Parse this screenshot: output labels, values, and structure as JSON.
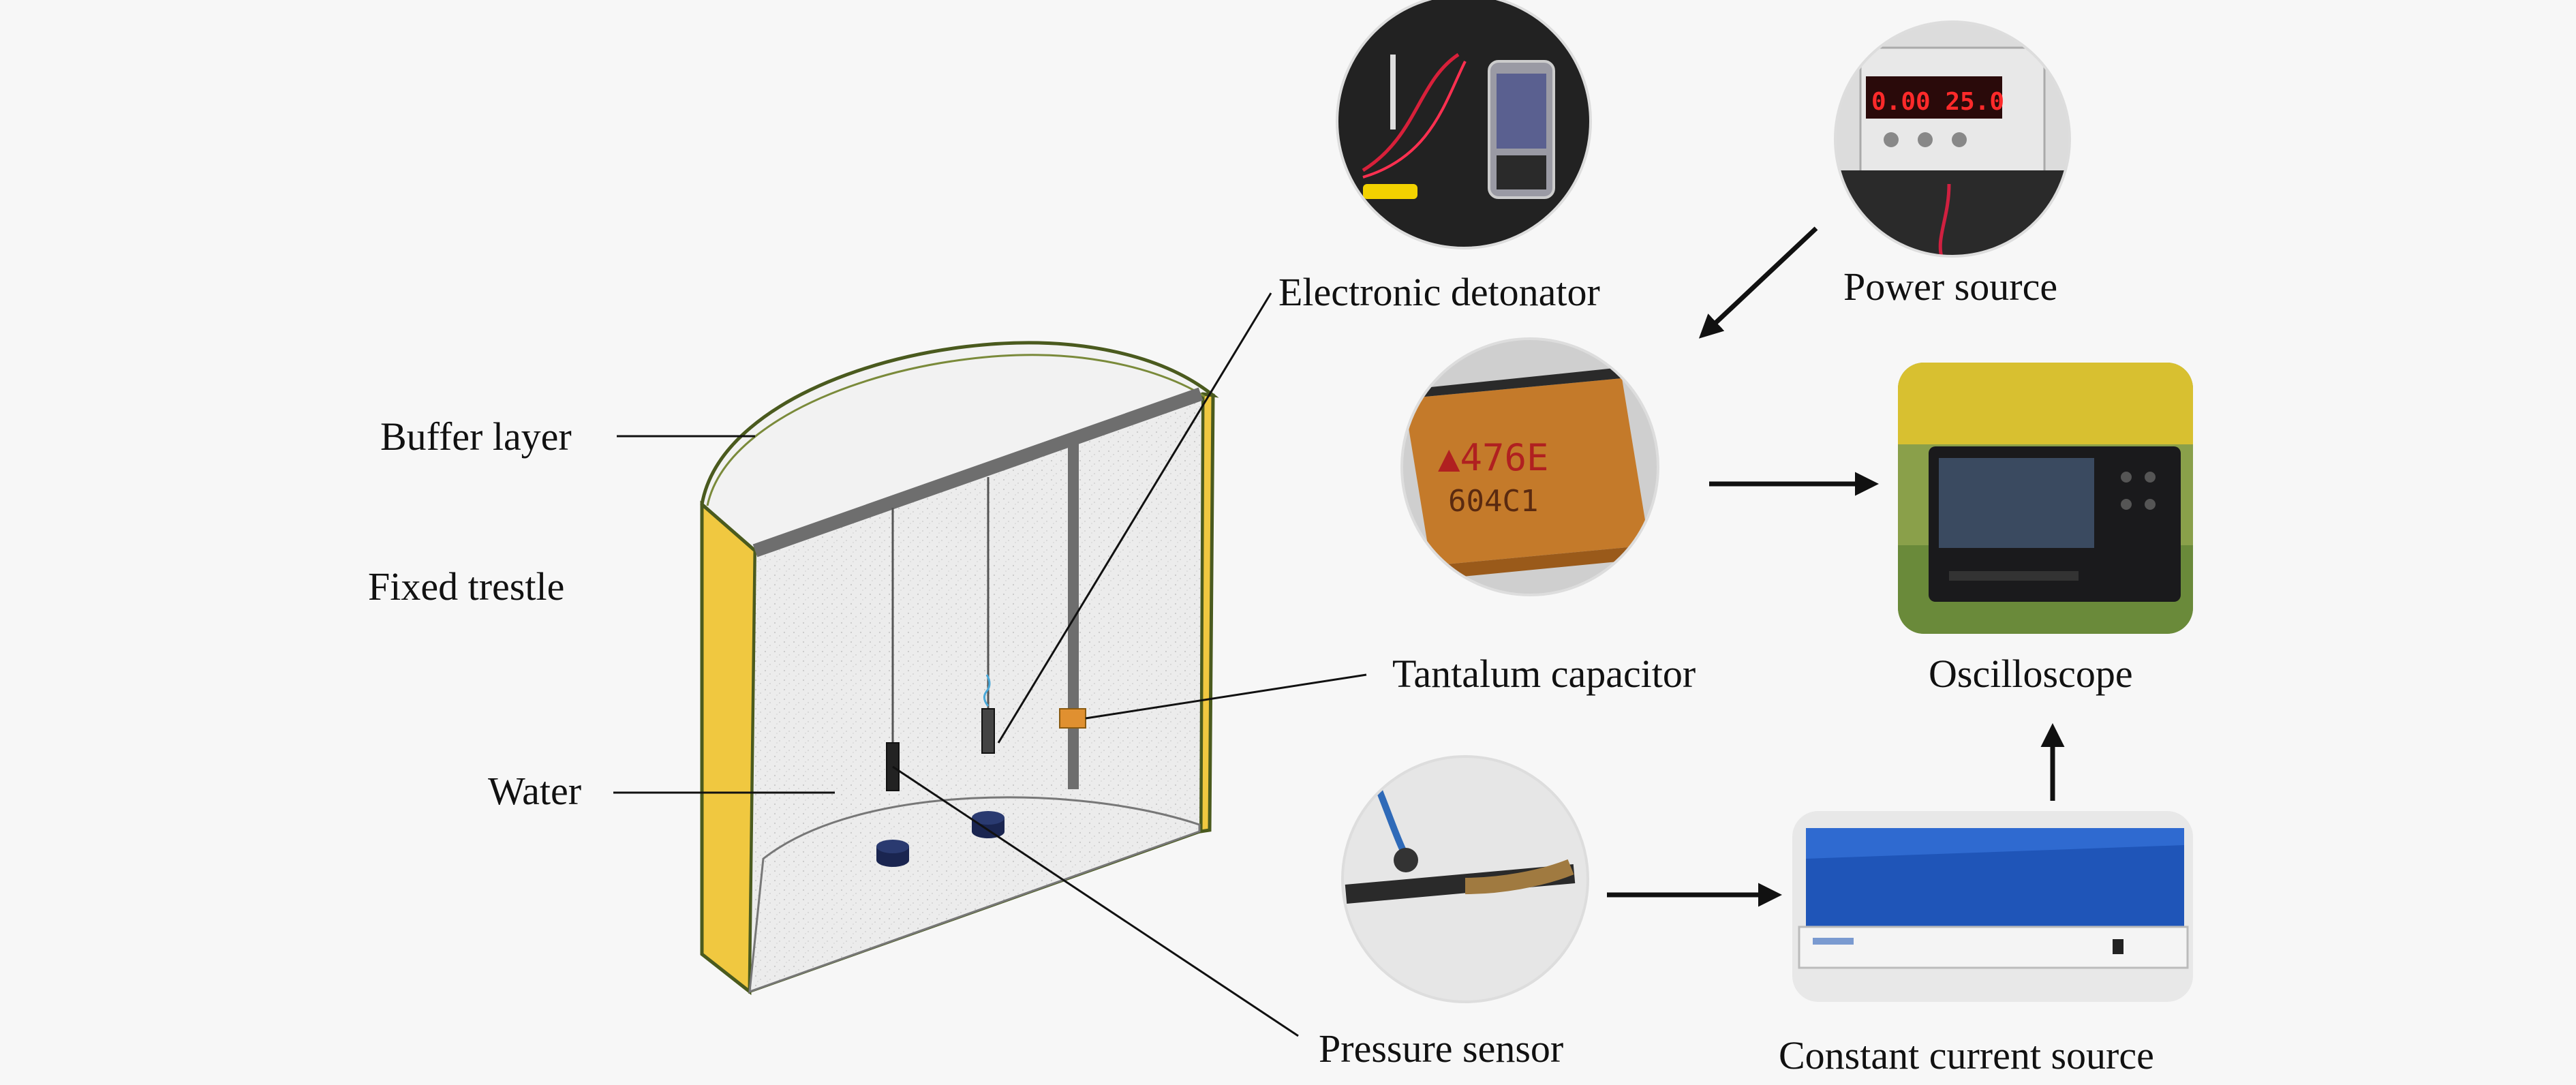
{
  "labels": {
    "buffer_layer": "Buffer layer",
    "fixed_trestle": "Fixed trestle",
    "water": "Water",
    "electronic_detonator": "Electronic detonator",
    "tantalum_capacitor": "Tantalum capacitor",
    "pressure_sensor": "Pressure sensor",
    "power_source": "Power source",
    "oscilloscope": "Oscilloscope",
    "constant_current_source": "Constant current source"
  },
  "instrument_readouts": {
    "power_supply_display": "0.00  25.0",
    "capacitor_marking_line1": "▲476E",
    "capacitor_marking_line2": "604C1"
  },
  "colors": {
    "background": "#f7f7f7",
    "tank_wall": "#f0c840",
    "tank_outline": "#4a5a1e",
    "trestle": "#6e6e6e",
    "water": "#e8e8e8",
    "capacitor_body": "#d08a3a",
    "current_source_panel": "#1f55b8",
    "power_display": "#ff2a2a"
  }
}
